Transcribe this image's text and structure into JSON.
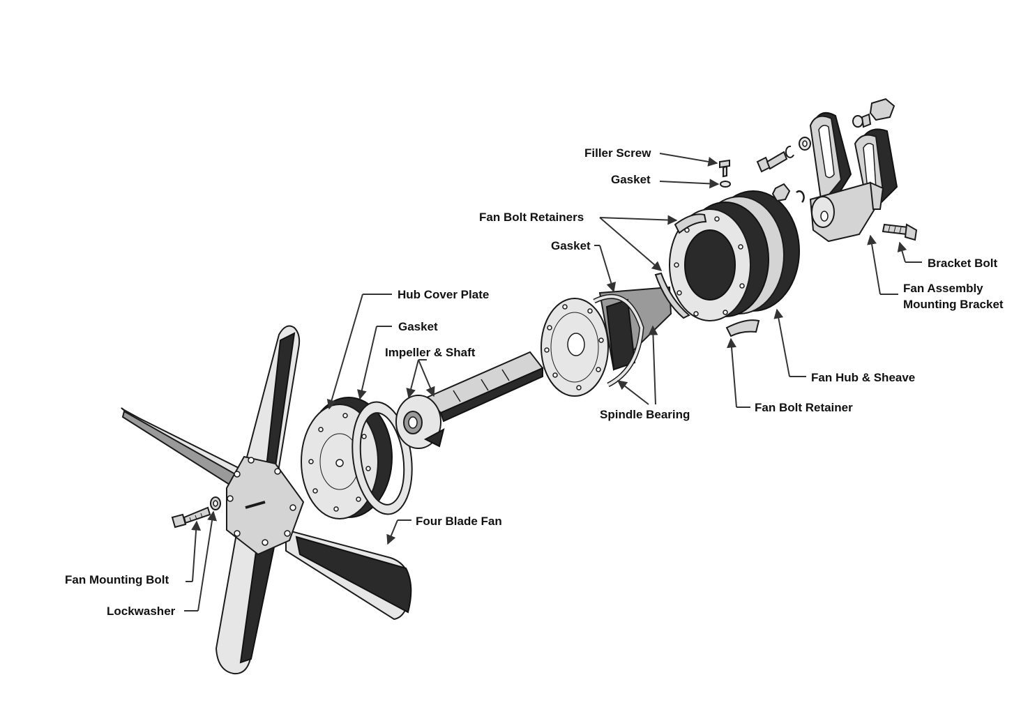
{
  "labels": {
    "filler_screw": "Filler Screw",
    "gasket_top": "Gasket",
    "fan_bolt_retainers": "Fan Bolt Retainers",
    "gasket_spindle": "Gasket",
    "hub_cover_plate": "Hub Cover Plate",
    "gasket_hub": "Gasket",
    "impeller_shaft": "Impeller & Shaft",
    "bracket_bolt": "Bracket Bolt",
    "fan_assembly_bracket_line1": "Fan Assembly",
    "fan_assembly_bracket_line2": "Mounting Bracket",
    "fan_hub_sheave": "Fan Hub & Sheave",
    "fan_bolt_retainer": "Fan Bolt Retainer",
    "spindle_bearing": "Spindle Bearing",
    "four_blade_fan": "Four Blade Fan",
    "fan_mounting_bolt": "Fan Mounting Bolt",
    "lockwasher": "Lockwasher"
  },
  "colors": {
    "ink": "#1a1a1a",
    "metal": "#d4d4d4",
    "shadow": "#2a2a2a"
  }
}
